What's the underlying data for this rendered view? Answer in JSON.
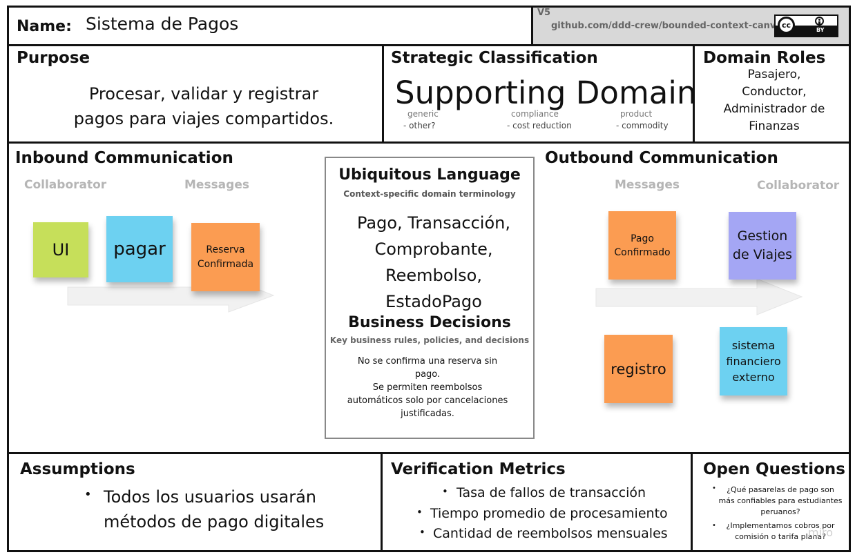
{
  "header": {
    "name_label": "Name:",
    "name_value": "Sistema de Pagos",
    "version": "V5",
    "repo": "github.com/ddd-crew/bounded-context-canvas",
    "license_badge": {
      "cc": "cc",
      "by": "BY",
      "icon": "cc-by-icon"
    }
  },
  "purpose": {
    "title": "Purpose",
    "lines": [
      "Procesar, validar y registrar",
      "pagos para viajes compartidos."
    ]
  },
  "strategic": {
    "title": "Strategic Classification",
    "value": "Supporting Domain",
    "hints": [
      "- other?",
      "- cost reduction",
      "- commodity"
    ],
    "hints_partial": [
      "generic",
      "compliance",
      "product"
    ]
  },
  "roles": {
    "title": "Domain Roles",
    "lines": [
      "Pasajero,",
      "Conductor,",
      "Administrador de",
      "Finanzas"
    ]
  },
  "inbound": {
    "title": "Inbound Communication",
    "col_collaborator": "Collaborator",
    "col_messages": "Messages",
    "stickies": [
      "UI",
      "pagar",
      "Reserva Confirmada"
    ]
  },
  "outbound": {
    "title": "Outbound Communication",
    "col_messages": "Messages",
    "col_collaborator": "Collaborator",
    "stickies": [
      "Pago Confirmado",
      "Gestion de Viajes",
      "registro",
      "sistema financiero externo"
    ]
  },
  "ubiquitous": {
    "title": "Ubiquitous Language",
    "subtitle": "Context-specific domain terminology",
    "terms": [
      "Pago, Transacción,",
      "Comprobante,",
      "Reembolso,",
      "EstadoPago"
    ]
  },
  "decisions": {
    "title": "Business Decisions",
    "subtitle": "Key business rules, policies, and decisions",
    "lines": [
      "No se confirma una reserva sin",
      "pago.",
      "Se permiten reembolsos",
      "automáticos solo por cancelaciones",
      "justificadas."
    ]
  },
  "assumptions": {
    "title": "Assumptions",
    "items": [
      "Todos los usuarios usarán métodos de pago digitales"
    ]
  },
  "metrics": {
    "title": "Verification Metrics",
    "items": [
      "Tasa de fallos de transacción",
      "Tiempo promedio de procesamiento",
      "Cantidad de reembolsos mensuales"
    ]
  },
  "questions": {
    "title": "Open Questions",
    "items": [
      "¿Qué pasarelas de pago son más confiables para estudiantes peruanos?",
      "¿Implementamos cobros por comisión o tarifa plana?"
    ]
  },
  "watermark": "miro",
  "colors": {
    "lime": "#c6df5a",
    "cyan": "#6dd1f1",
    "orange": "#fb9c52",
    "violet": "#a4a6f4",
    "gray_band": "#d8d8d8"
  }
}
